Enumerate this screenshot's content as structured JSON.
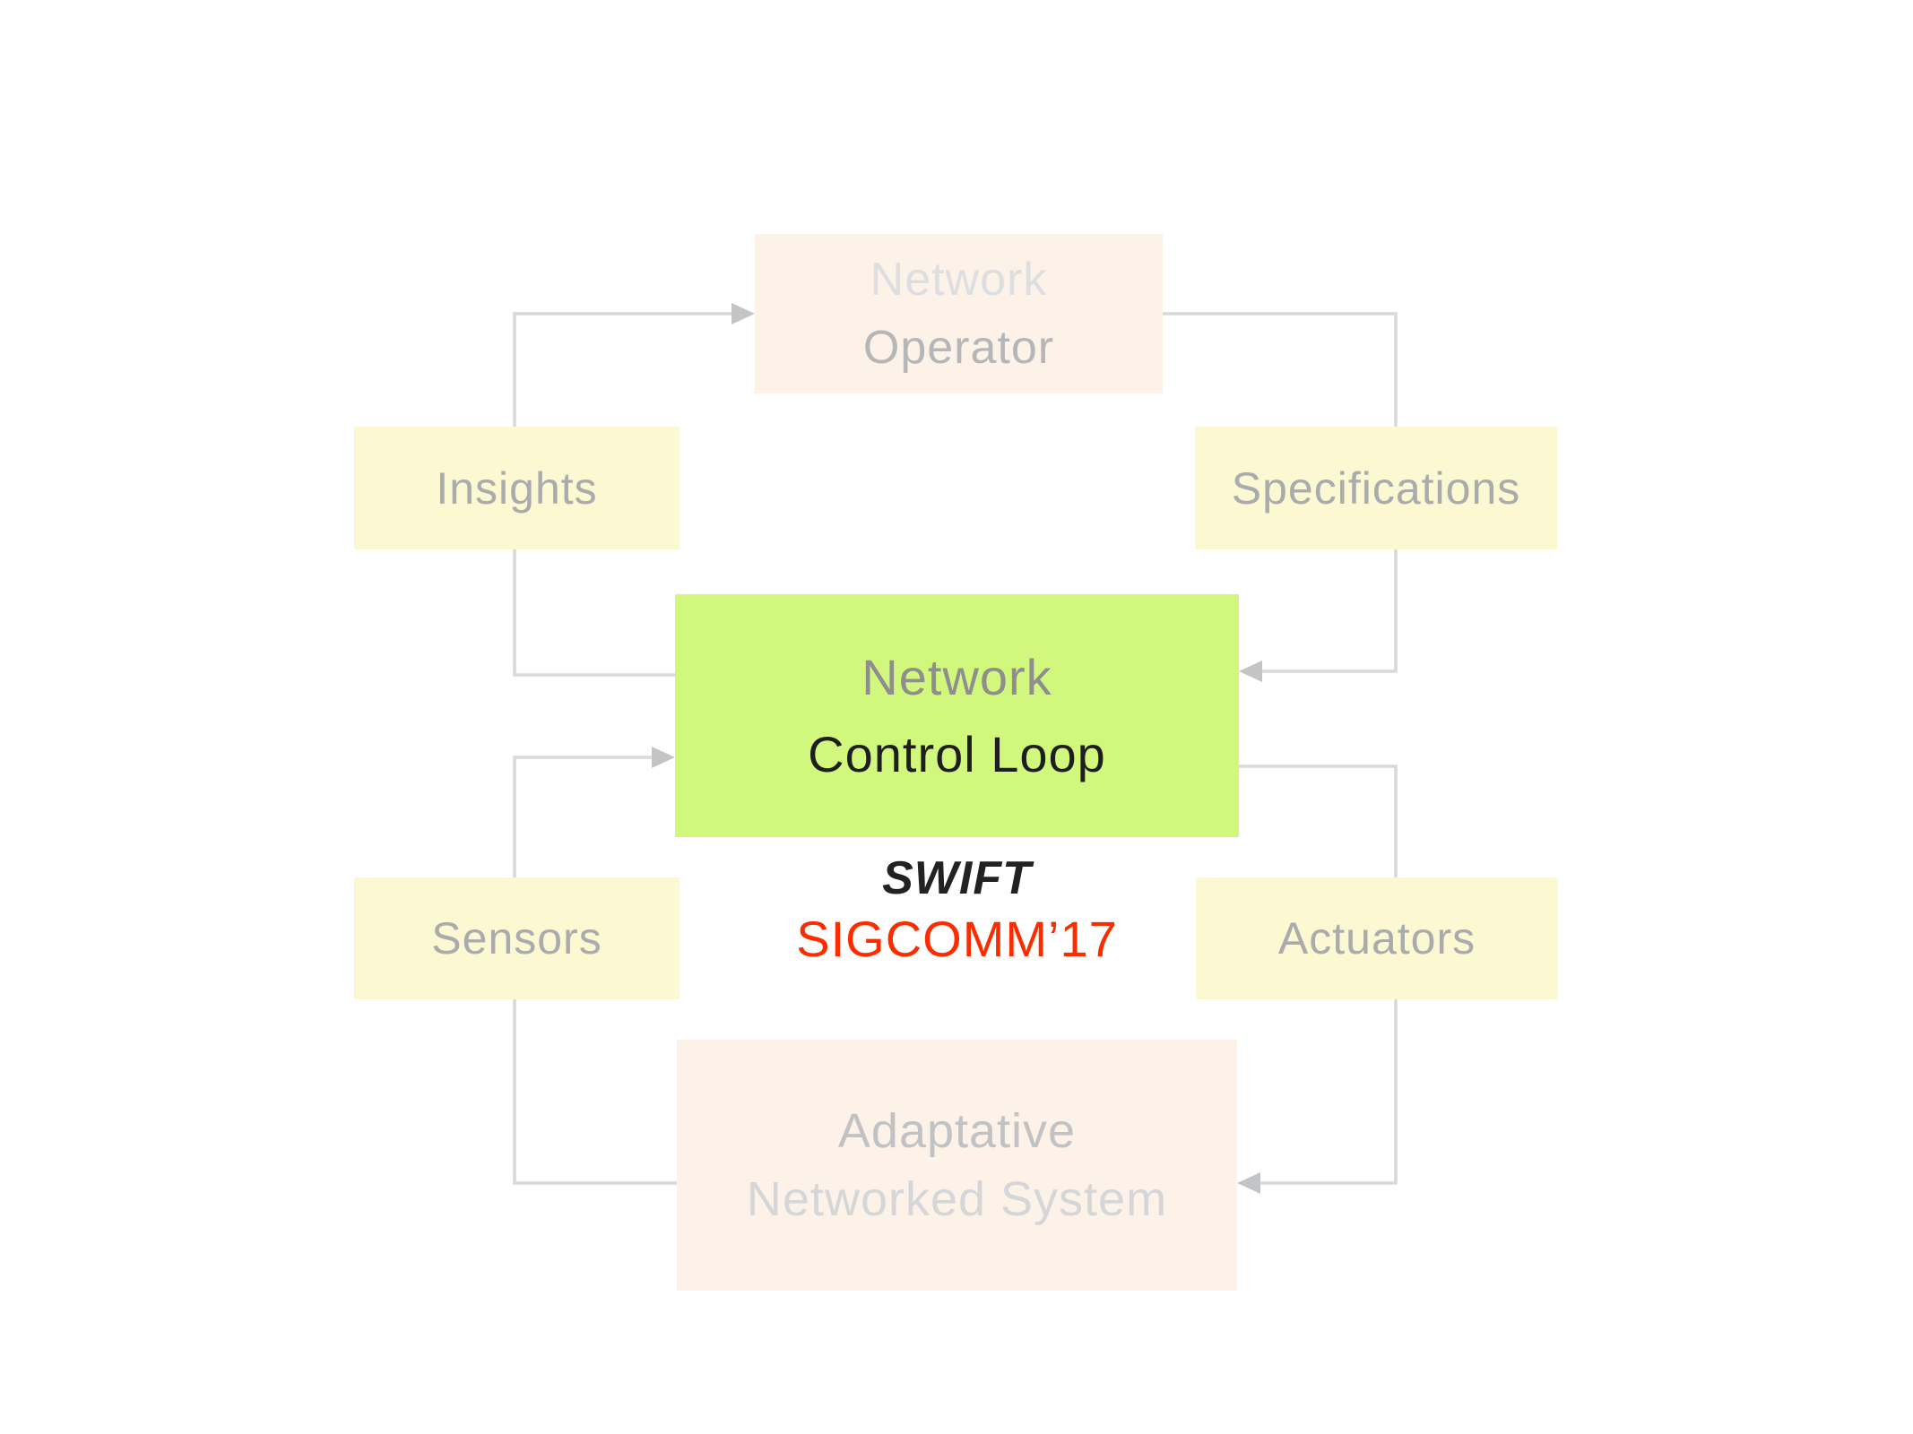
{
  "colors": {
    "peach_box_bg": "#FCF2E8",
    "yellow_box_bg": "#FBF8D2",
    "green_box_bg": "#D1F87C",
    "connector_line": "#D9D9D9",
    "arrowhead": "#C2C4C6",
    "label_gray": "#A9ABAD",
    "operator_line1_color": "#DCDEE0",
    "operator_line2_color": "#B4B6B8",
    "green_line1_color": "#8E8E8E",
    "green_line2_color": "#1E1E1E",
    "adaptative_line1_color": "#C0C2C4",
    "adaptative_line2_color": "#D4D6D8",
    "swift_color": "#222222",
    "sigcomm_color": "#FB2D00"
  },
  "boxes": {
    "operator": {
      "line1": "Network",
      "line2": "Operator"
    },
    "insights": {
      "label": "Insights"
    },
    "specifications": {
      "label": "Specifications"
    },
    "control_loop": {
      "line1": "Network",
      "line2": "Control Loop"
    },
    "sensors": {
      "label": "Sensors"
    },
    "actuators": {
      "label": "Actuators"
    },
    "adaptative": {
      "line1": "Adaptative",
      "line2": "Networked System"
    }
  },
  "annotations": {
    "system_name": "SWIFT",
    "venue": "SIGCOMM’17"
  }
}
